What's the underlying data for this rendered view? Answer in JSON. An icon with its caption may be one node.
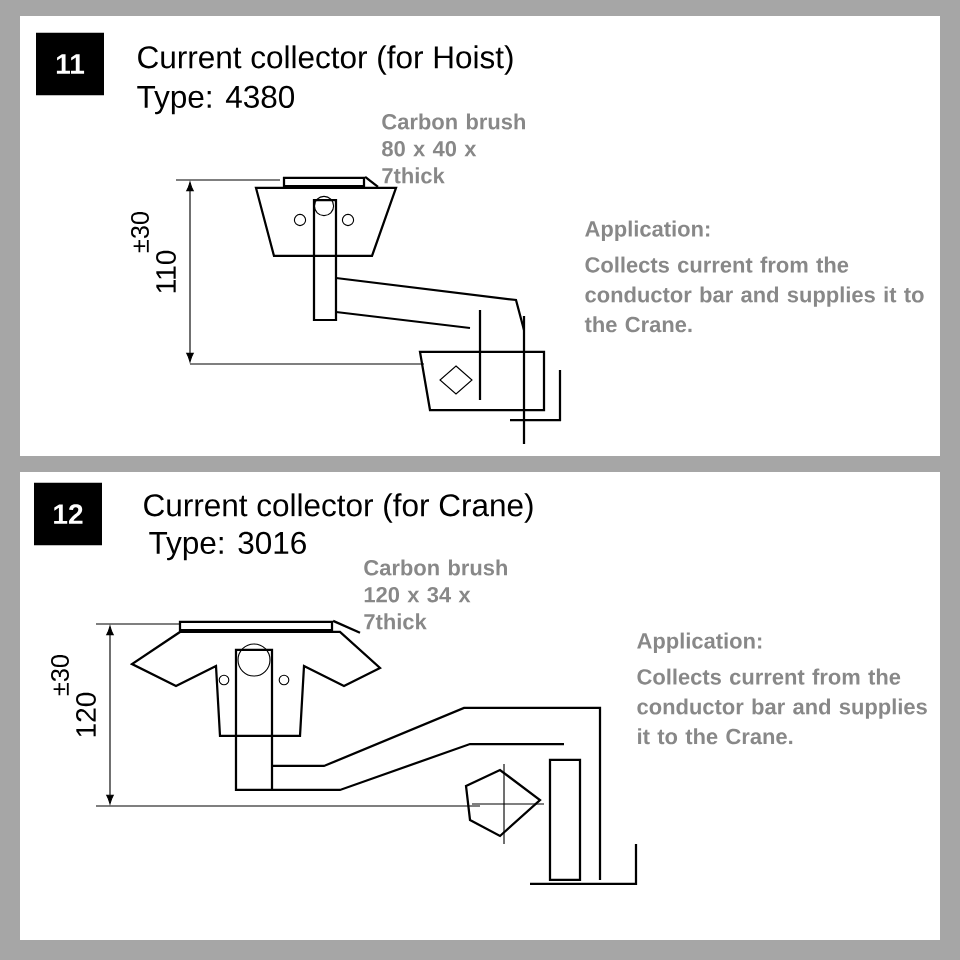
{
  "diagram": {
    "nodes": [
      {
        "text": [
          "11"
        ]
      },
      {
        "text": [
          "Carbon brush 80 x 40 x 7thick"
        ]
      },
      {
        "text": [],
        "shape": "bar"
      },
      {
        "text": [
          "12"
        ]
      },
      {
        "text": [
          "Carbon brush 120 x 34 x 7thick"
        ]
      },
      {
        "text": [],
        "shape": "bar"
      }
    ],
    "edges": [
      {
        "from": 1,
        "to": 2,
        "arrow": "none"
      },
      {
        "from": 4,
        "to": 5,
        "arrow": "none"
      }
    ],
    "labels": [
      "Current collector (for Hoist)",
      "Type: 4380",
      "±30",
      "110",
      "Application:",
      "Collects current from the conductor bar and supplies it to the Crane.",
      "Current collector  (for Crane)",
      "Type:  3016",
      "±30",
      "120",
      "Application:",
      "Collects current from the conductor bar and supplies it to the Crane."
    ]
  }
}
